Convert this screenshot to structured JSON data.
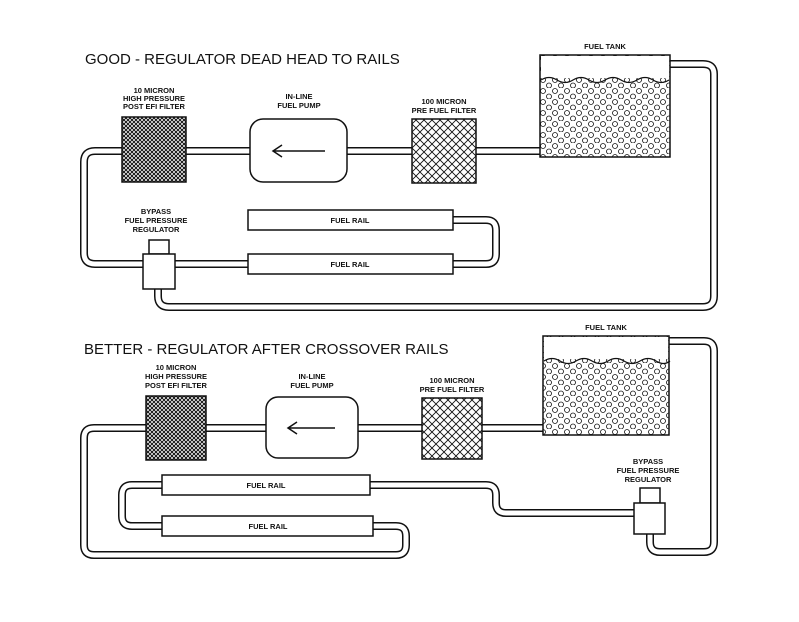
{
  "diagrams": {
    "good": {
      "title": "GOOD - REGULATOR DEAD HEAD TO RAILS",
      "fuel_tank": "FUEL TANK",
      "post_filter": [
        "10 MICRON",
        "HIGH PRESSURE",
        "POST EFI FILTER"
      ],
      "pump": [
        "IN-LINE",
        "FUEL PUMP"
      ],
      "pre_filter": [
        "100 MICRON",
        "PRE FUEL FILTER"
      ],
      "regulator": [
        "BYPASS",
        "FUEL PRESSURE",
        "REGULATOR"
      ],
      "rail_top": "FUEL RAIL",
      "rail_bottom": "FUEL RAIL"
    },
    "better": {
      "title": "BETTER - REGULATOR AFTER CROSSOVER RAILS",
      "fuel_tank": "FUEL TANK",
      "post_filter": [
        "10 MICRON",
        "HIGH PRESSURE",
        "POST EFI FILTER"
      ],
      "pump": [
        "IN-LINE",
        "FUEL PUMP"
      ],
      "pre_filter": [
        "100 MICRON",
        "PRE FUEL FILTER"
      ],
      "regulator": [
        "BYPASS",
        "FUEL PRESSURE",
        "REGULATOR"
      ],
      "rail_top": "FUEL RAIL",
      "rail_bottom": "FUEL RAIL"
    }
  },
  "colors": {
    "line": "#111111",
    "background": "#ffffff"
  }
}
